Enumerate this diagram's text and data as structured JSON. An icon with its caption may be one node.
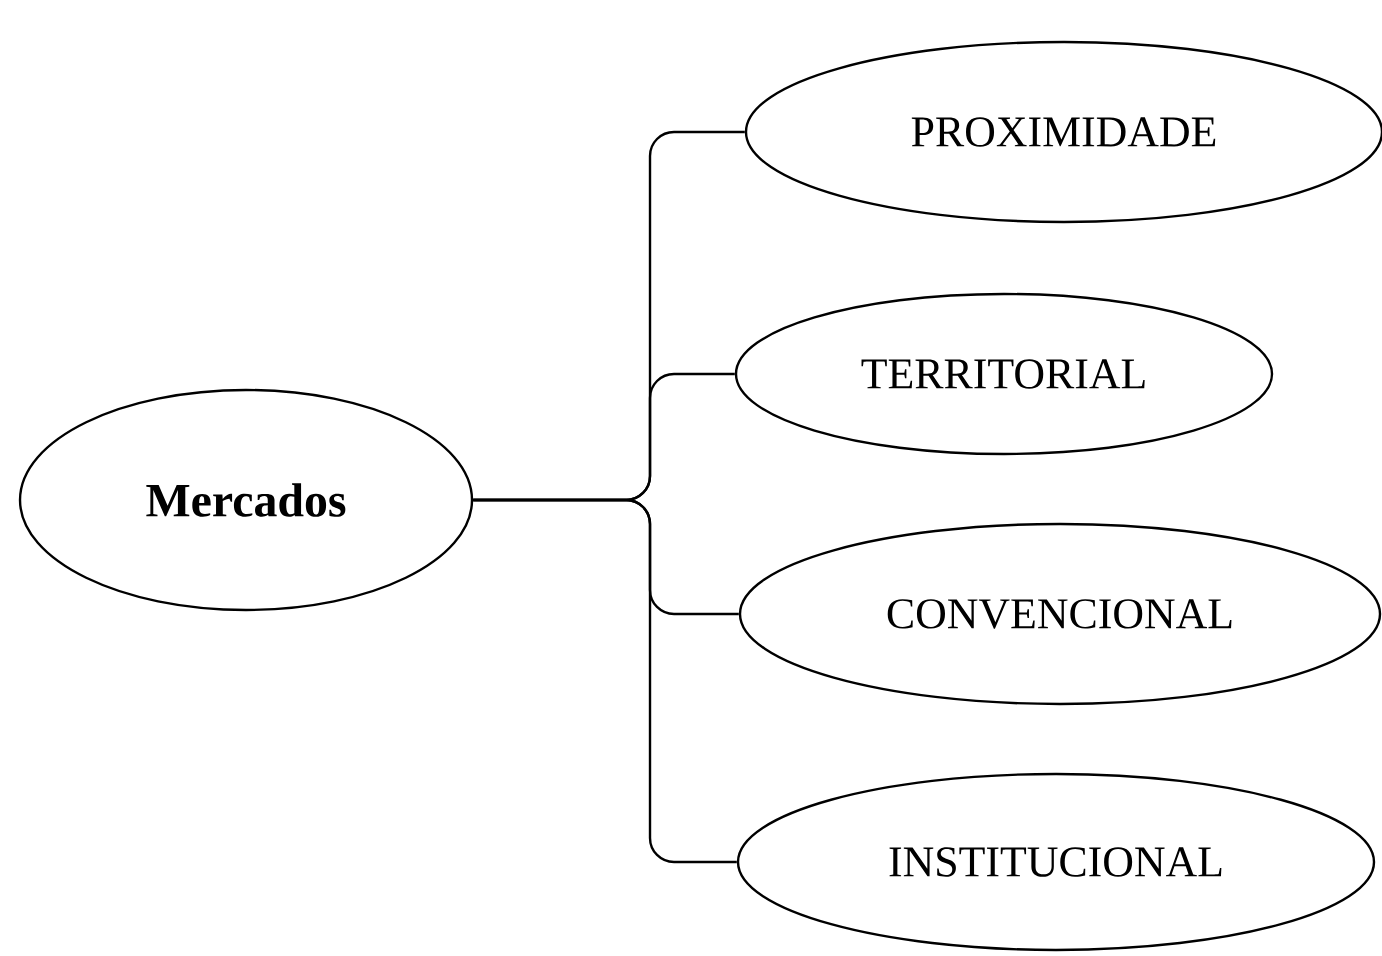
{
  "diagram": {
    "nodes": [
      {
        "text": [
          "Mercados"
        ]
      },
      {
        "text": [
          "PROXIMIDADE"
        ]
      },
      {
        "text": [
          "TERRITORIAL"
        ]
      },
      {
        "text": [
          "CONVENCIONAL"
        ]
      },
      {
        "text": [
          "INSTITUCIONAL"
        ]
      }
    ],
    "edges": [
      {
        "from": 0,
        "to": 1,
        "arrow": "none"
      },
      {
        "from": 0,
        "to": 2,
        "arrow": "none"
      },
      {
        "from": 0,
        "to": 3,
        "arrow": "none"
      },
      {
        "from": 0,
        "to": 4,
        "arrow": "none"
      }
    ]
  }
}
